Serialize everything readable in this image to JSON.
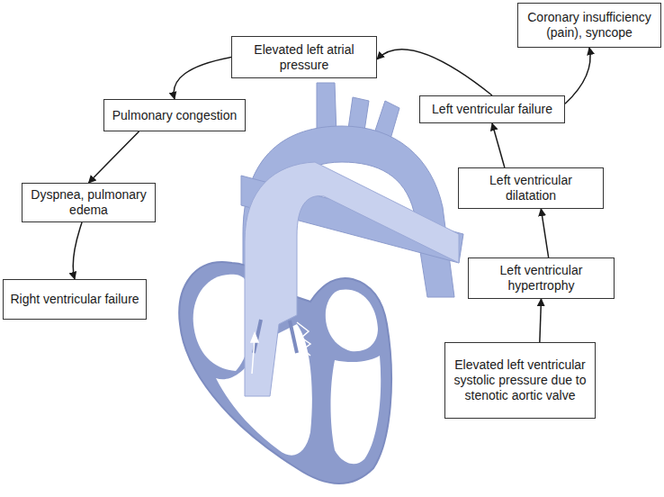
{
  "diagram": {
    "nodes": [
      {
        "text": [
          "Coronary insufficiency (pain), syncope"
        ]
      },
      {
        "text": [
          "Elevated left atrial pressure"
        ]
      },
      {
        "text": [
          "Pulmonary congestion"
        ]
      },
      {
        "text": [
          "Left ventricular failure"
        ]
      },
      {
        "text": [
          "Dyspnea, pulmonary edema"
        ]
      },
      {
        "text": [
          "Left ventricular dilatation"
        ]
      },
      {
        "text": [
          "Right ventricular failure"
        ]
      },
      {
        "text": [
          "Left ventricular hypertrophy"
        ]
      },
      {
        "text": [
          "Elevated left ventricular systolic pressure due to stenotic aortic valve"
        ]
      }
    ],
    "edges": [
      {
        "from": 8,
        "to": 7,
        "arrow": "to"
      },
      {
        "from": 7,
        "to": 5,
        "arrow": "to"
      },
      {
        "from": 5,
        "to": 3,
        "arrow": "to"
      },
      {
        "from": 3,
        "to": 0,
        "arrow": "to"
      },
      {
        "from": 3,
        "to": 1,
        "arrow": "to"
      },
      {
        "from": 1,
        "to": 2,
        "arrow": "to"
      },
      {
        "from": 2,
        "to": 4,
        "arrow": "to"
      },
      {
        "from": 4,
        "to": 6,
        "arrow": "to"
      }
    ]
  }
}
